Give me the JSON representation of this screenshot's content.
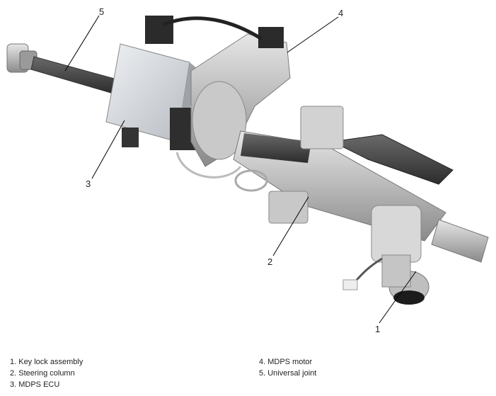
{
  "callouts": [
    {
      "number": "1"
    },
    {
      "number": "2"
    },
    {
      "number": "3"
    },
    {
      "number": "4"
    },
    {
      "number": "5"
    }
  ],
  "legend": {
    "left": [
      "1. Key lock assembly",
      "2. Steering column",
      "3. MDPS ECU"
    ],
    "right": [
      "4. MDPS motor",
      "5. Universal joint"
    ]
  }
}
